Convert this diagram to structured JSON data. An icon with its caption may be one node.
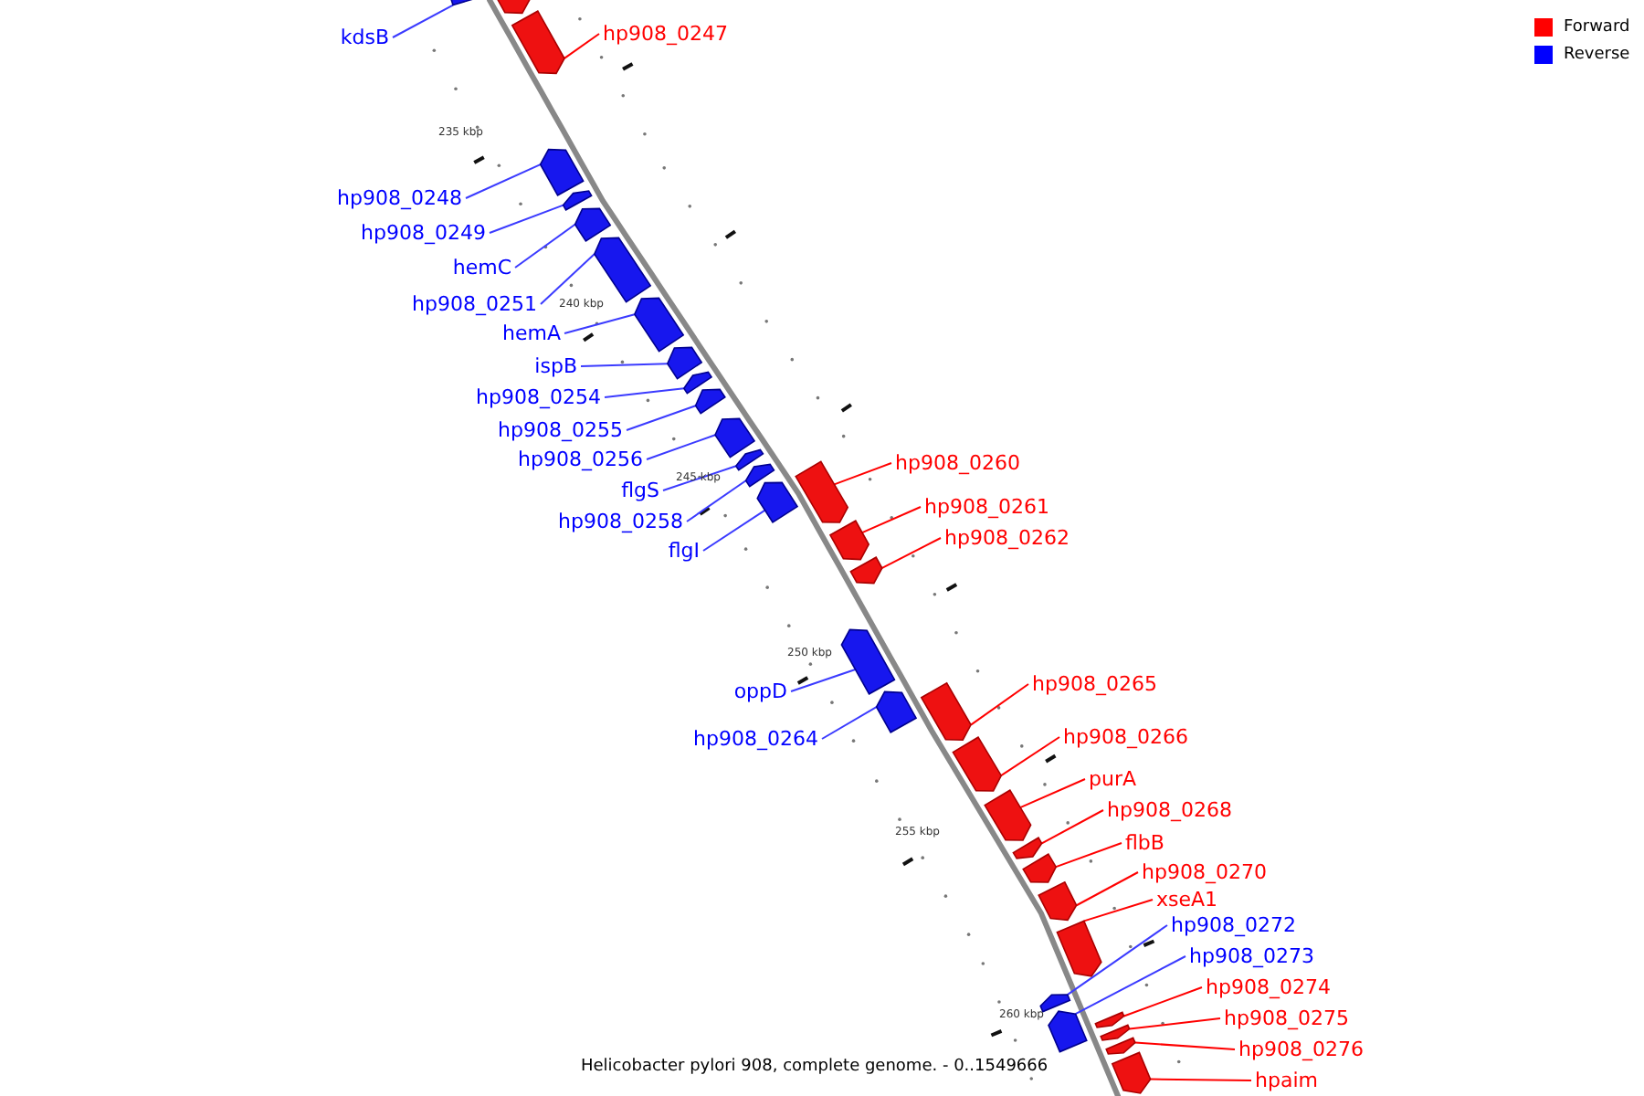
{
  "diagram": {
    "caption": "Helicobacter pylori 908, complete genome. - 0..1549666",
    "nodes": [
      {
        "text": [],
        "shape": "bar"
      },
      {
        "text": [
          "kdsB"
        ]
      },
      {
        "text": [],
        "shape": "bar"
      },
      {
        "text": [
          "hp908_0247"
        ]
      },
      {
        "text": [],
        "shape": "bar"
      },
      {
        "text": [
          "hp908_0248"
        ]
      },
      {
        "text": [],
        "shape": "bar"
      },
      {
        "text": [
          "hp908_0249"
        ]
      },
      {
        "text": [],
        "shape": "bar"
      },
      {
        "text": [
          "hemC"
        ]
      },
      {
        "text": [],
        "shape": "bar"
      },
      {
        "text": [
          "hp908_0251"
        ]
      },
      {
        "text": [],
        "shape": "bar"
      },
      {
        "text": [
          "hemA"
        ]
      },
      {
        "text": [],
        "shape": "bar"
      },
      {
        "text": [
          "ispB"
        ]
      },
      {
        "text": [],
        "shape": "bar"
      },
      {
        "text": [
          "hp908_0254"
        ]
      },
      {
        "text": [],
        "shape": "bar"
      },
      {
        "text": [
          "hp908_0255"
        ]
      },
      {
        "text": [],
        "shape": "bar"
      },
      {
        "text": [
          "hp908_0256"
        ]
      },
      {
        "text": [],
        "shape": "bar"
      },
      {
        "text": [
          "flgS"
        ]
      },
      {
        "text": [],
        "shape": "bar"
      },
      {
        "text": [
          "hp908_0258"
        ]
      },
      {
        "text": [],
        "shape": "bar"
      },
      {
        "text": [
          "flgI"
        ]
      },
      {
        "text": [],
        "shape": "bar"
      },
      {
        "text": [
          "hp908_0260"
        ]
      },
      {
        "text": [],
        "shape": "bar"
      },
      {
        "text": [
          "hp908_0261"
        ]
      },
      {
        "text": [],
        "shape": "bar"
      },
      {
        "text": [
          "hp908_0262"
        ]
      },
      {
        "text": [],
        "shape": "bar"
      },
      {
        "text": [
          "oppD"
        ]
      },
      {
        "text": [],
        "shape": "bar"
      },
      {
        "text": [
          "hp908_0264"
        ]
      },
      {
        "text": [],
        "shape": "bar"
      },
      {
        "text": [
          "hp908_0265"
        ]
      },
      {
        "text": [],
        "shape": "bar"
      },
      {
        "text": [
          "hp908_0266"
        ]
      },
      {
        "text": [],
        "shape": "bar"
      },
      {
        "text": [
          "purA"
        ]
      },
      {
        "text": [],
        "shape": "bar"
      },
      {
        "text": [
          "hp908_0268"
        ]
      },
      {
        "text": [],
        "shape": "bar"
      },
      {
        "text": [
          "flbB"
        ]
      },
      {
        "text": [],
        "shape": "bar"
      },
      {
        "text": [
          "hp908_0270"
        ]
      },
      {
        "text": [],
        "shape": "bar"
      },
      {
        "text": [
          "xseA1"
        ]
      },
      {
        "text": [],
        "shape": "bar"
      },
      {
        "text": [
          "hp908_0272"
        ]
      },
      {
        "text": [],
        "shape": "bar"
      },
      {
        "text": [
          "hp908_0273"
        ]
      },
      {
        "text": [],
        "shape": "bar"
      },
      {
        "text": [
          "hp908_0274"
        ]
      },
      {
        "text": [],
        "shape": "bar"
      },
      {
        "text": [
          "hp908_0275"
        ]
      },
      {
        "text": [],
        "shape": "bar"
      },
      {
        "text": [
          "hp908_0276"
        ]
      },
      {
        "text": [],
        "shape": "bar"
      },
      {
        "text": [
          "hpaim"
        ]
      },
      {
        "text": [],
        "shape": "bar"
      }
    ],
    "edges": [
      {
        "from": 1,
        "to": 2,
        "arrow": "none"
      },
      {
        "from": 3,
        "to": 4,
        "arrow": "none",
        "color": "#ff0000"
      },
      {
        "from": 5,
        "to": 6,
        "arrow": "none"
      },
      {
        "from": 7,
        "to": 8,
        "arrow": "none"
      },
      {
        "from": 9,
        "to": 10,
        "arrow": "none"
      },
      {
        "from": 11,
        "to": 12,
        "arrow": "none"
      },
      {
        "from": 13,
        "to": 14,
        "arrow": "none"
      },
      {
        "from": 15,
        "to": 16,
        "arrow": "none"
      },
      {
        "from": 17,
        "to": 18,
        "arrow": "none"
      },
      {
        "from": 19,
        "to": 20,
        "arrow": "none"
      },
      {
        "from": 21,
        "to": 22,
        "arrow": "none"
      },
      {
        "from": 23,
        "to": 24,
        "arrow": "none"
      },
      {
        "from": 25,
        "to": 26,
        "arrow": "none"
      },
      {
        "from": 27,
        "to": 28,
        "arrow": "none"
      },
      {
        "from": 29,
        "to": 30,
        "arrow": "none",
        "color": "#ff0000"
      },
      {
        "from": 31,
        "to": 32,
        "arrow": "none",
        "color": "#ff0000"
      },
      {
        "from": 33,
        "to": 34,
        "arrow": "none",
        "color": "#ff0000"
      },
      {
        "from": 35,
        "to": 36,
        "arrow": "none"
      },
      {
        "from": 37,
        "to": 38,
        "arrow": "none"
      },
      {
        "from": 39,
        "to": 40,
        "arrow": "none",
        "color": "#ff0000"
      },
      {
        "from": 41,
        "to": 42,
        "arrow": "none",
        "color": "#ff0000"
      },
      {
        "from": 43,
        "to": 44,
        "arrow": "none",
        "color": "#ff0000"
      },
      {
        "from": 45,
        "to": 46,
        "arrow": "none",
        "color": "#ff0000"
      },
      {
        "from": 47,
        "to": 48,
        "arrow": "none",
        "color": "#ff0000"
      },
      {
        "from": 49,
        "to": 50,
        "arrow": "none",
        "color": "#ff0000"
      },
      {
        "from": 51,
        "to": 52,
        "arrow": "none",
        "color": "#ff0000"
      },
      {
        "from": 53,
        "to": 54,
        "arrow": "none"
      },
      {
        "from": 55,
        "to": 56,
        "arrow": "none"
      },
      {
        "from": 57,
        "to": 58,
        "arrow": "none",
        "color": "#ff0000"
      },
      {
        "from": 59,
        "to": 60,
        "arrow": "none",
        "color": "#ff0000"
      },
      {
        "from": 61,
        "to": 62,
        "arrow": "none",
        "color": "#ff0000"
      },
      {
        "from": 63,
        "to": 64,
        "arrow": "none",
        "color": "#ff0000"
      }
    ],
    "labels": [
      "235 kbp",
      "240 kbp",
      "245 kbp",
      "250 kbp",
      "255 kbp",
      "260 kbp"
    ],
    "legend": [
      {
        "text": "Forward",
        "color": "#ff0000"
      },
      {
        "text": "Reverse",
        "color": "#0000ff"
      }
    ]
  }
}
